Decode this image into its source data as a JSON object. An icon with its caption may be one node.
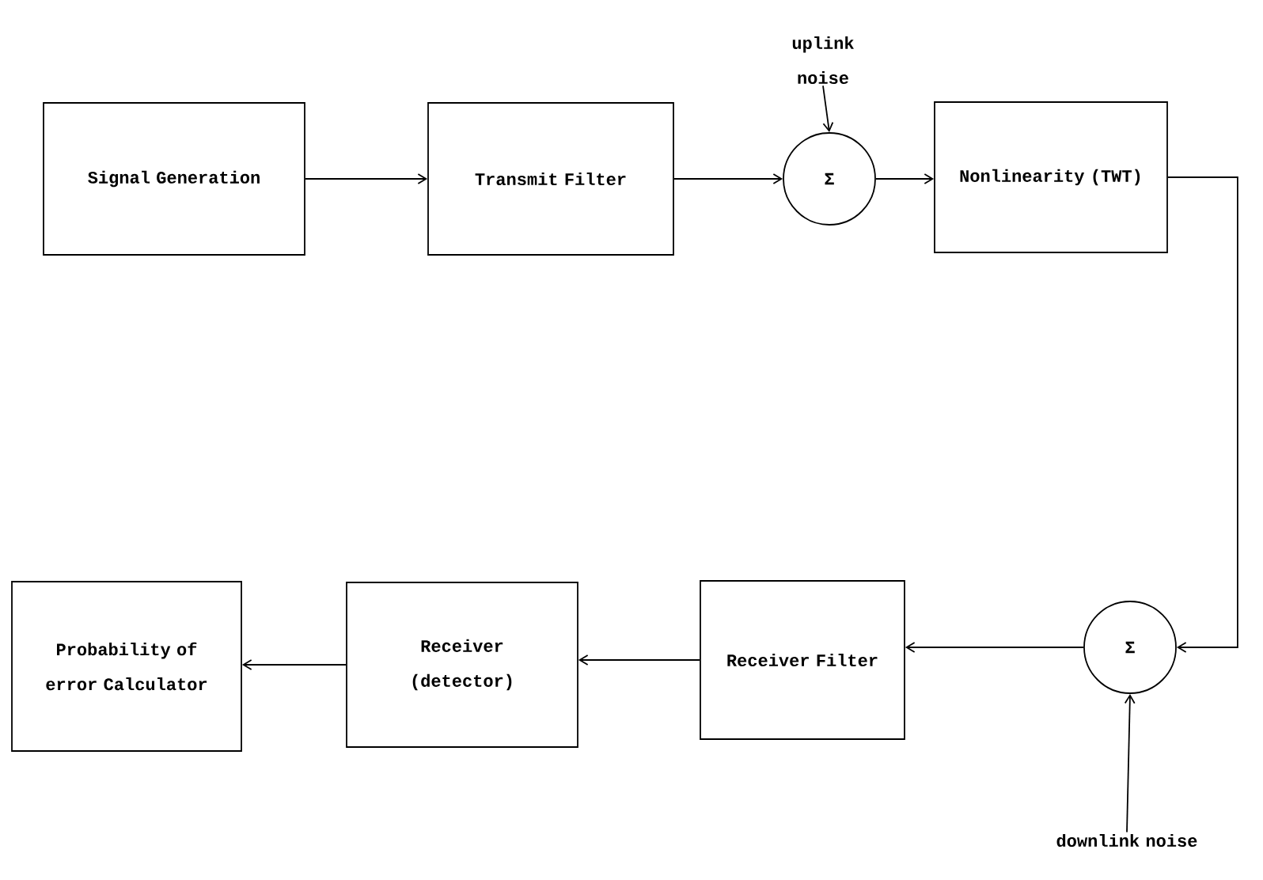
{
  "diagram": {
    "nodes": [
      {
        "text": [
          "Signal Generation"
        ]
      },
      {
        "text": [
          "Transmit Filter"
        ]
      },
      {
        "text": [
          "uplink noise"
        ]
      },
      {
        "text": [
          "Σ"
        ]
      },
      {
        "text": [
          "Nonlinearity (TWT)"
        ]
      },
      {
        "text": [
          "Σ"
        ]
      },
      {
        "text": [
          "Receiver Filter"
        ]
      },
      {
        "text": [
          "Receiver (detector)"
        ]
      },
      {
        "text": [
          "Probability of error Calculator"
        ]
      },
      {
        "text": [
          "downlink noise"
        ]
      }
    ],
    "edges": [
      {
        "from": 0,
        "to": 1,
        "arrow": "to"
      },
      {
        "from": 1,
        "to": 3,
        "arrow": "to"
      },
      {
        "from": 2,
        "to": 3,
        "arrow": "to"
      },
      {
        "from": 3,
        "to": 4,
        "arrow": "to"
      },
      {
        "from": 4,
        "to": 5,
        "arrow": "to"
      },
      {
        "from": 9,
        "to": 5,
        "arrow": "to"
      },
      {
        "from": 5,
        "to": 6,
        "arrow": "to"
      },
      {
        "from": 6,
        "to": 7,
        "arrow": "to"
      },
      {
        "from": 7,
        "to": 8,
        "arrow": "to"
      }
    ]
  }
}
